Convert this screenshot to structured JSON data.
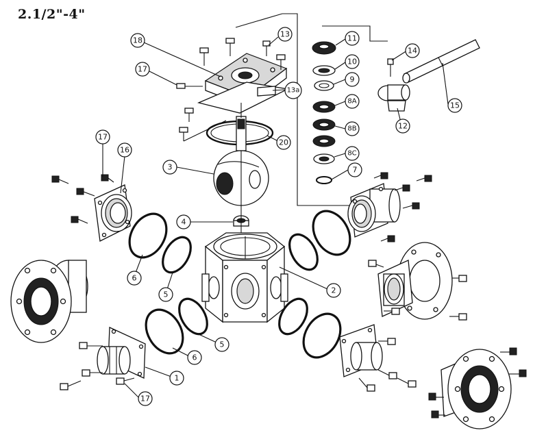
{
  "title": "2.1/2\"-4\"",
  "labels": [
    {
      "id": "l18",
      "text": "18"
    },
    {
      "id": "l13",
      "text": "13"
    },
    {
      "id": "l17a",
      "text": "17"
    },
    {
      "id": "l13a",
      "text": "13a"
    },
    {
      "id": "l20",
      "text": "20"
    },
    {
      "id": "l3",
      "text": "3"
    },
    {
      "id": "l4",
      "text": "4"
    },
    {
      "id": "l11",
      "text": "11"
    },
    {
      "id": "l10",
      "text": "10"
    },
    {
      "id": "l9",
      "text": "9"
    },
    {
      "id": "l8a",
      "text": "8A"
    },
    {
      "id": "l8b",
      "text": "8B"
    },
    {
      "id": "l8c",
      "text": "8C"
    },
    {
      "id": "l7",
      "text": "7"
    },
    {
      "id": "l14",
      "text": "14"
    },
    {
      "id": "l15",
      "text": "15"
    },
    {
      "id": "l12",
      "text": "12"
    },
    {
      "id": "l17b",
      "text": "17"
    },
    {
      "id": "l16",
      "text": "16"
    },
    {
      "id": "l6a",
      "text": "6"
    },
    {
      "id": "l5a",
      "text": "5"
    },
    {
      "id": "l2",
      "text": "2"
    },
    {
      "id": "l5b",
      "text": "5"
    },
    {
      "id": "l6b",
      "text": "6"
    },
    {
      "id": "l1",
      "text": "1"
    },
    {
      "id": "l17c",
      "text": "17"
    }
  ]
}
